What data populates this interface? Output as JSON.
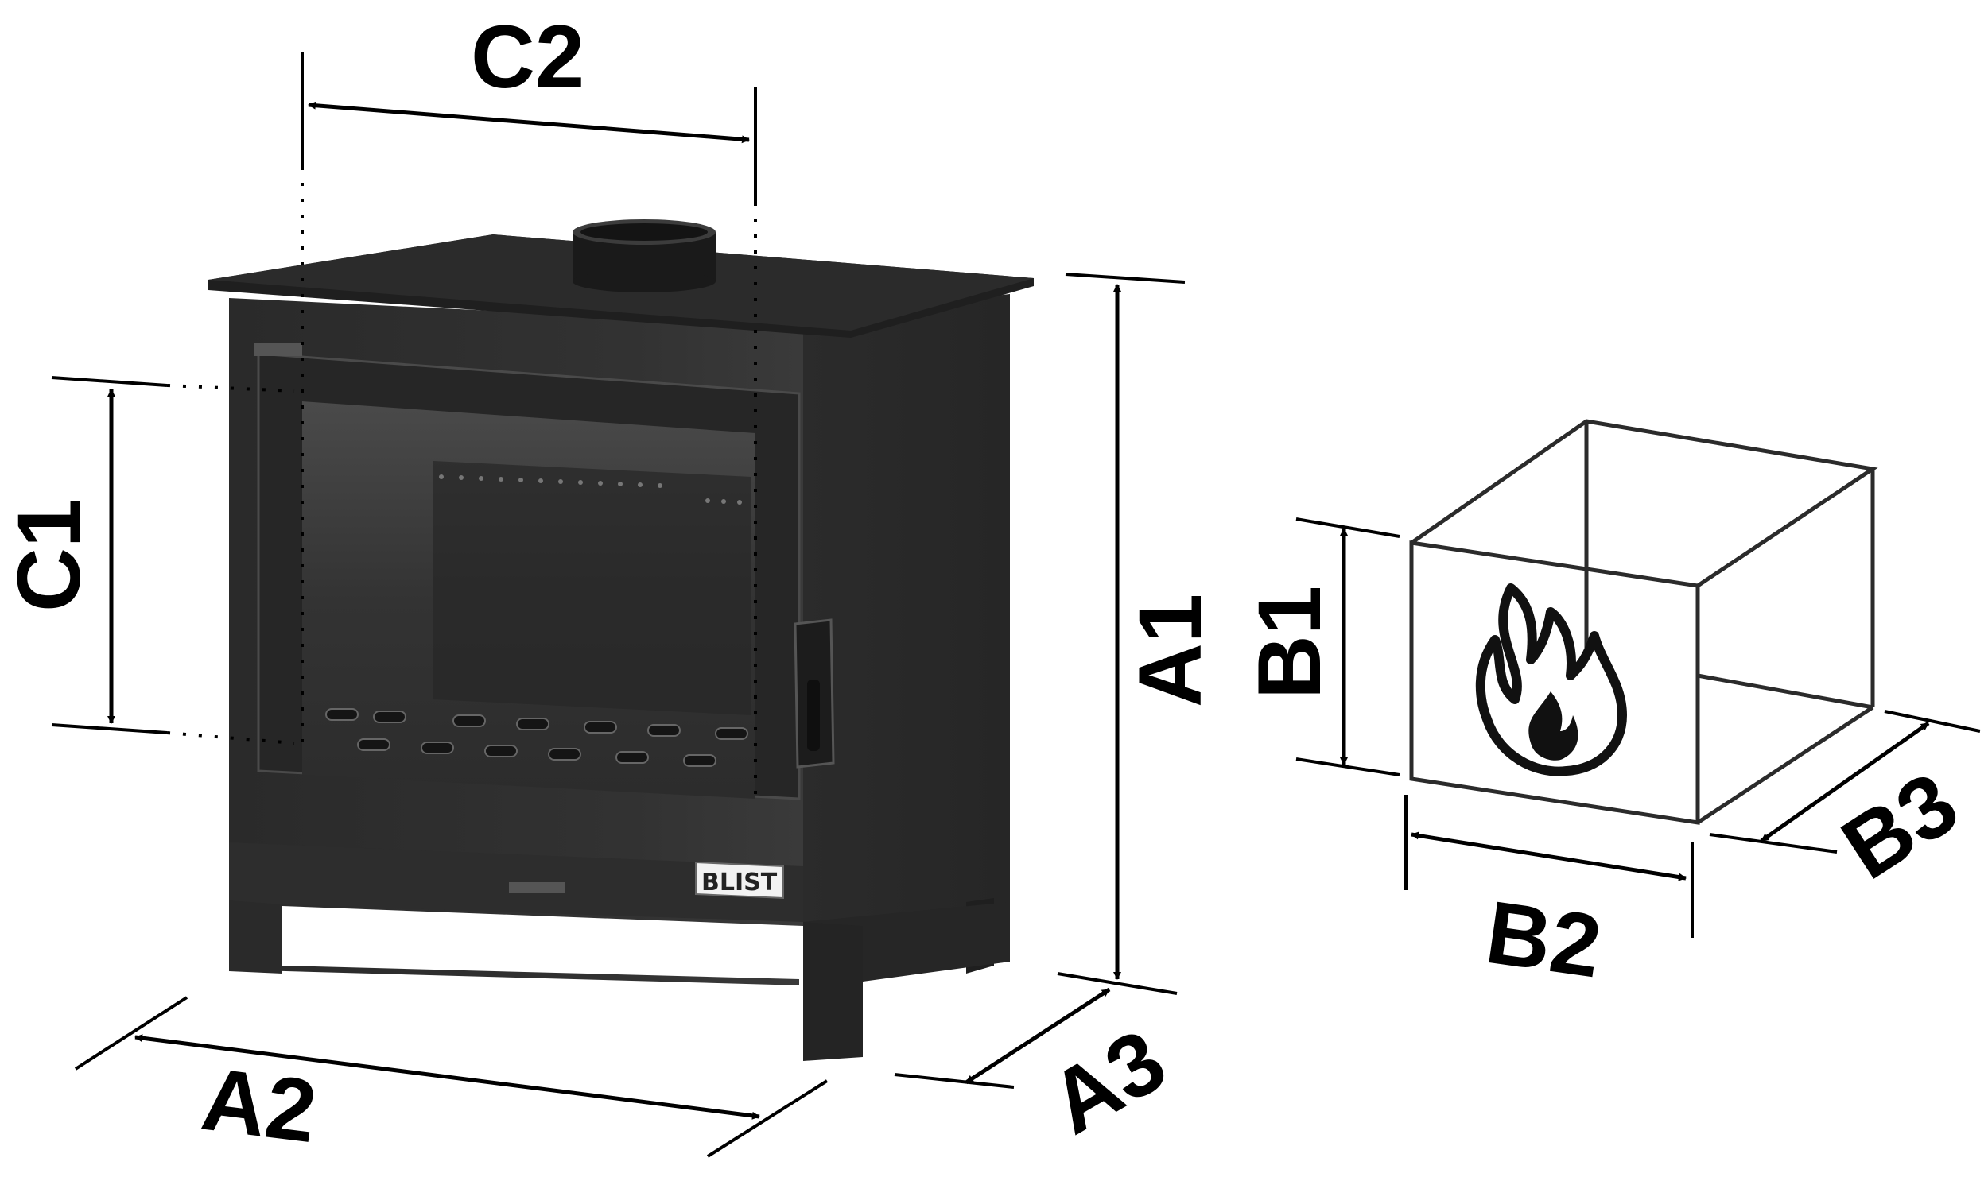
{
  "diagram": {
    "labels": {
      "c2": "C2",
      "c1": "C1",
      "a1": "A1",
      "a2": "A2",
      "a3": "A3",
      "b1": "B1",
      "b2": "B2",
      "b3": "B3"
    },
    "stove_logo": "BLIST",
    "colors": {
      "stove_body": "#2e2e2e",
      "stove_dark": "#1c1c1c",
      "stove_top": "#262626",
      "glass": "#3a3a3a",
      "line": "#000000",
      "box_line": "#2b2b2b"
    },
    "icons": [
      "flame-icon"
    ]
  }
}
